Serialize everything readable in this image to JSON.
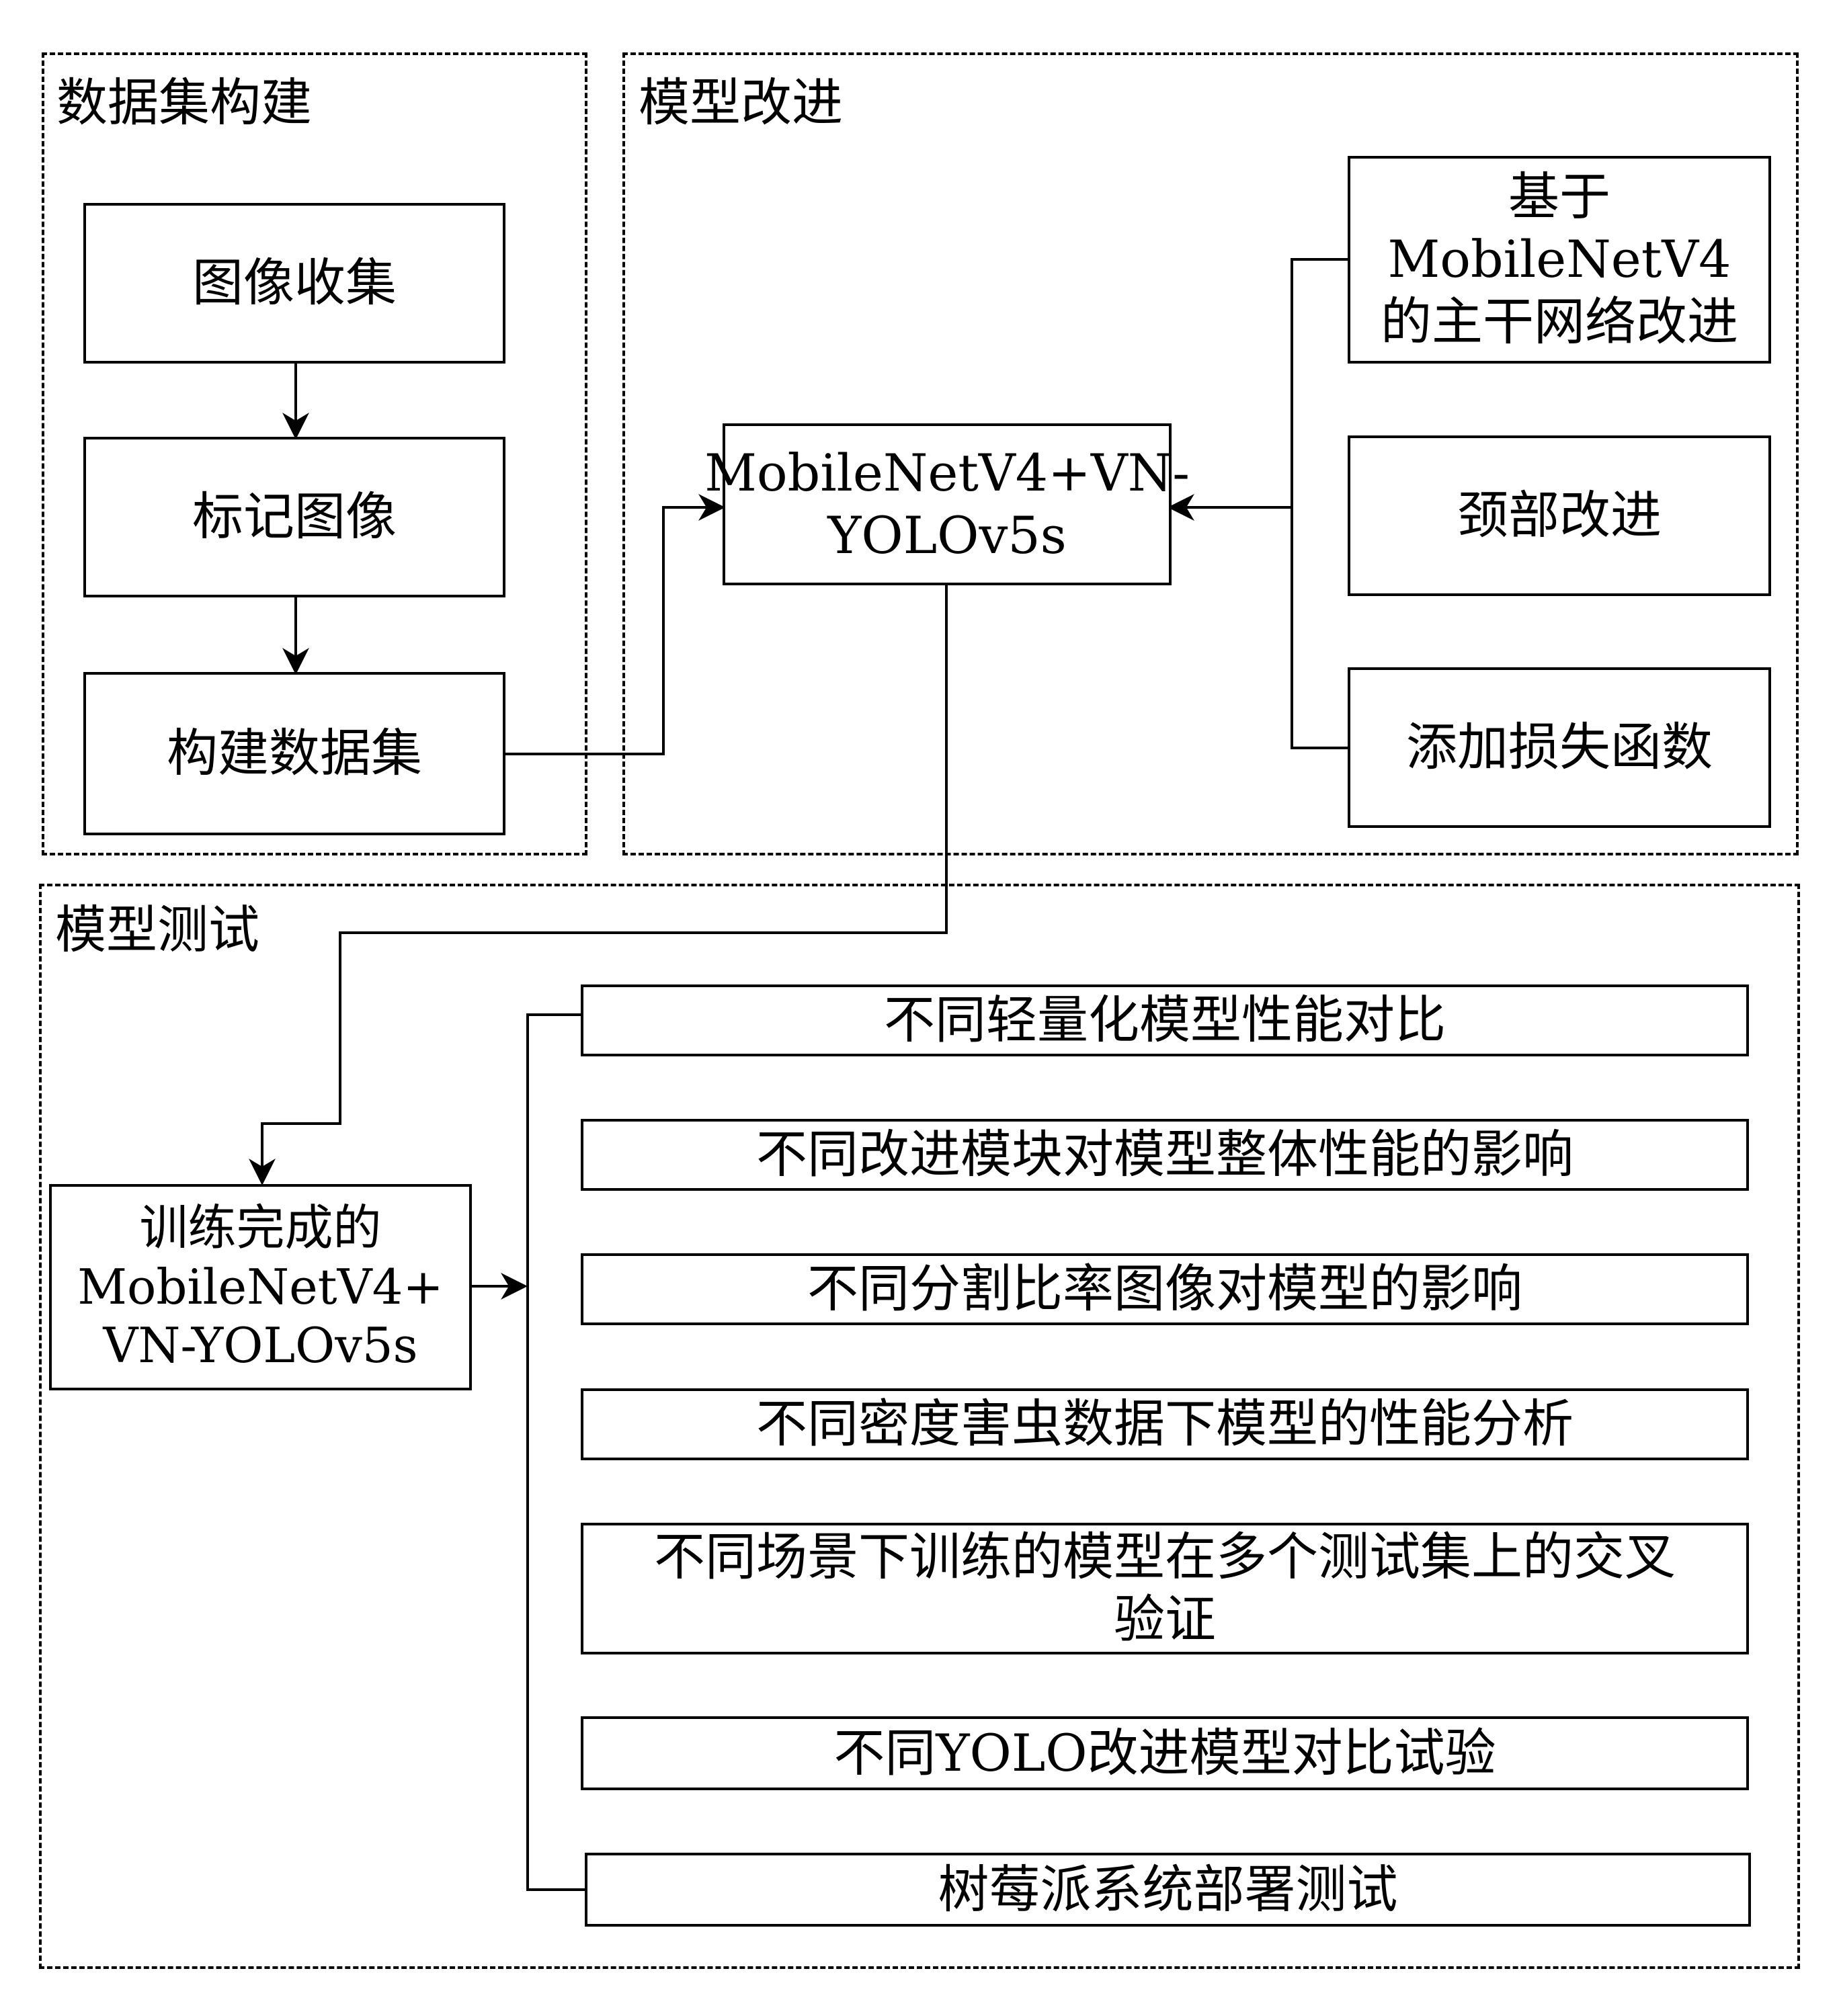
{
  "groups": {
    "dataset": {
      "title": "数据集构建"
    },
    "improve": {
      "title": "模型改进"
    },
    "test": {
      "title": "模型测试"
    }
  },
  "nodes": {
    "image_collect": "图像收集",
    "label_image": "标记图像",
    "build_dataset": "构建数据集",
    "center_model": "MobileNetV4+VN-\nYOLOv5s",
    "backbone": "基于\nMobileNetV4\n的主干网络改进",
    "neck": "颈部改进",
    "loss": "添加损失函数",
    "trained_model": "训练完成的\nMobileNetV4+\nVN-YOLOv5s"
  },
  "tests": [
    "不同轻量化模型性能对比",
    "不同改进模块对模型整体性能的影响",
    "不同分割比率图像对模型的影响",
    "不同密度害虫数据下模型的性能分析",
    "不同场景下训练的模型在多个测试集上的交叉\n验证",
    "不同YOLO改进模型对比试验",
    "树莓派系统部署测试"
  ]
}
